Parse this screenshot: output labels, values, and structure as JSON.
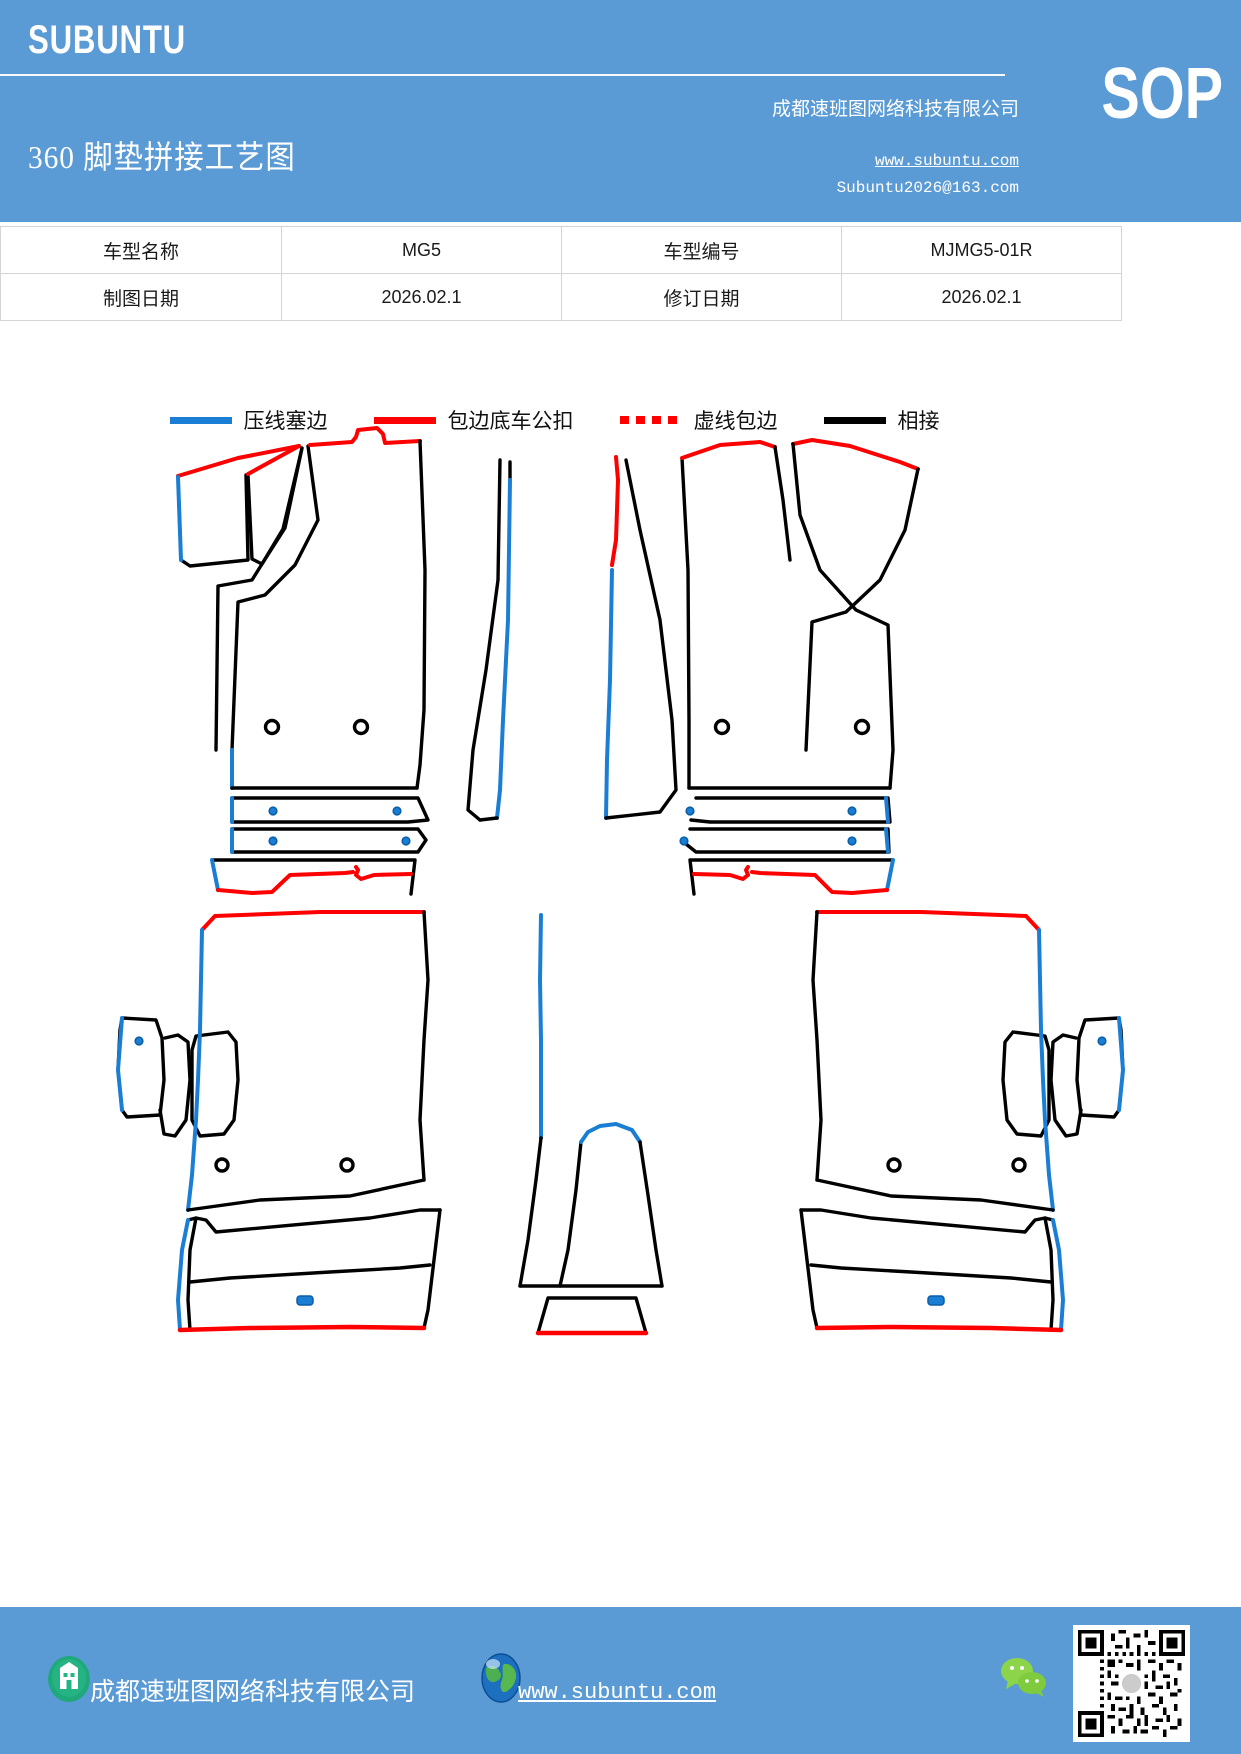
{
  "header": {
    "brand": "SUBUNTU",
    "doc_type": "SOP",
    "title": "360 脚垫拼接工艺图",
    "company_cn": "成都速班图网络科技有限公司",
    "website": "www.subuntu.com",
    "email": "Subuntu2026@163.com",
    "bg_color": "#5b9bd5"
  },
  "info_table": {
    "rows": [
      {
        "label1": "车型名称",
        "value1": "MG5",
        "label2": "车型编号",
        "value2": "MJMG5-01R"
      },
      {
        "label1": "制图日期",
        "value1": "2026.02.1",
        "label2": "修订日期",
        "value2": "2026.02.1"
      }
    ]
  },
  "legend": {
    "items": [
      {
        "label": "压线塞边",
        "style": "solid",
        "color": "#1a7fd4",
        "icon": "line-swatch-blue"
      },
      {
        "label": "包边底车公扣",
        "style": "solid",
        "color": "#ff0000",
        "icon": "line-swatch-red"
      },
      {
        "label": "虚线包边",
        "style": "dotted",
        "color": "#ff0000",
        "icon": "line-swatch-dotted-red"
      },
      {
        "label": "相接",
        "style": "solid",
        "color": "#000000",
        "icon": "line-swatch-black"
      }
    ]
  },
  "drawing": {
    "description": "汽车脚垫拼接裁片排版图",
    "pieces": [
      {
        "name": "front-left-mat",
        "position": "top-left"
      },
      {
        "name": "front-right-mat",
        "position": "top-right"
      },
      {
        "name": "rear-left-mat",
        "position": "bottom-left"
      },
      {
        "name": "rear-right-mat",
        "position": "bottom-right"
      },
      {
        "name": "center-tunnel-mat",
        "position": "bottom-center"
      }
    ],
    "edge_colors": {
      "press": "#1a7fd4",
      "binding": "#ff0000",
      "join": "#000000"
    }
  },
  "footer": {
    "company_cn": "成都速班图网络科技有限公司",
    "website": "www.subuntu.com",
    "bg_color": "#5b9bd5",
    "icons": [
      "building-icon",
      "globe-icon",
      "wechat-icon",
      "qr-code"
    ]
  }
}
